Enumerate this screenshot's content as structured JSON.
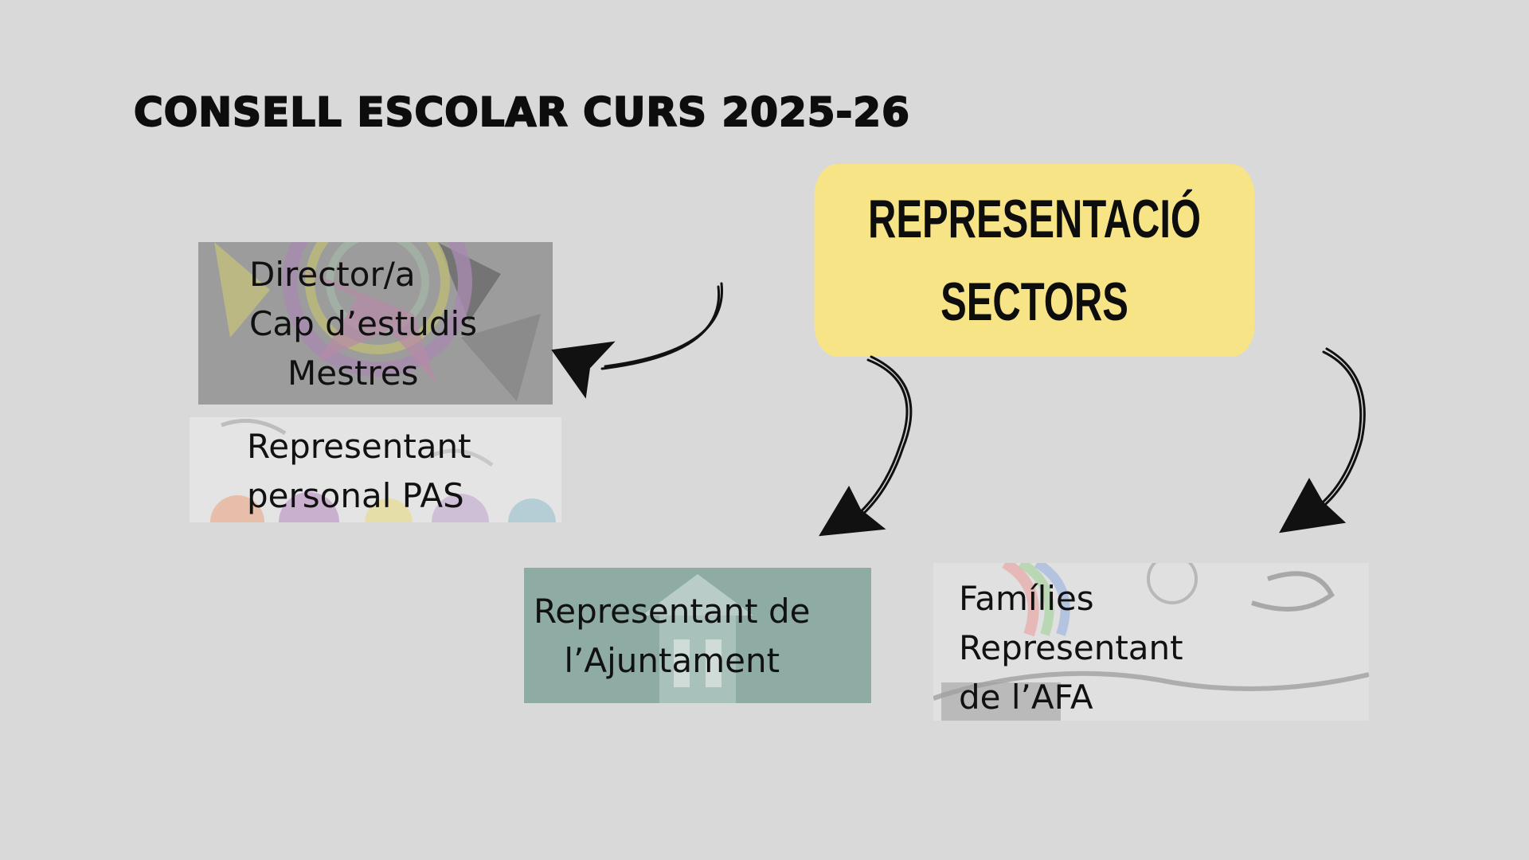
{
  "title": "CONSELL ESCOLAR CURS 2025-26",
  "center": {
    "line1": "REPRESENTACIÓ",
    "line2": "SECTORS",
    "color": "#f7e486"
  },
  "cards": {
    "direction": {
      "lines": [
        "Director/a",
        "Cap d’estudis",
        "Mestres"
      ]
    },
    "pas": {
      "lines": [
        "Representant",
        "personal PAS"
      ]
    },
    "ajuntament": {
      "lines": [
        "Representant de",
        "l’Ajuntament"
      ]
    },
    "families": {
      "lines": [
        "Famílies",
        "Representant",
        "de l’AFA"
      ]
    }
  },
  "colors": {
    "background": "#d9d9d9",
    "ajuntament_card": "#8eaca4",
    "direction_card": "#9e9e9e"
  }
}
